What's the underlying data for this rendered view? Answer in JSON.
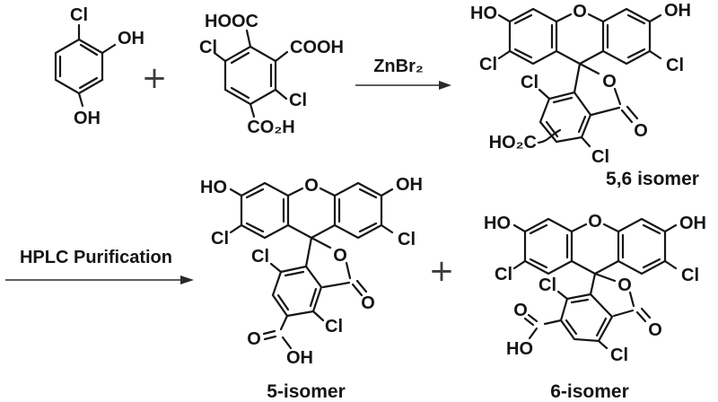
{
  "scheme": {
    "reactant1": {
      "cl": "Cl",
      "oh_right": "OH",
      "oh_bottom": "OH"
    },
    "plus_top": "+",
    "plus_bottom": "+",
    "reactant2": {
      "hooc": "HOOC",
      "cl_left": "Cl",
      "cooh": "COOH",
      "cl_right": "Cl",
      "co2h": "CO₂H"
    },
    "arrow1_reagent": "ZnBr₂",
    "arrow2_label": "HPLC Purification",
    "product56": {
      "ho": "HO",
      "o_xanthene": "O",
      "oh": "OH",
      "cl_left": "Cl",
      "cl_right": "Cl",
      "cl_top": "Cl",
      "o_lactone": "O",
      "o_carbonyl": "O",
      "acid": "HO₂C",
      "cl_bottom": "Cl",
      "caption": "5,6 isomer"
    },
    "product5": {
      "ho": "HO",
      "o_xanthene": "O",
      "oh": "OH",
      "cl_left": "Cl",
      "cl_right": "Cl",
      "cl_top": "Cl",
      "o_lactone": "O",
      "o_carbonyl": "O",
      "acid_o": "O",
      "acid_oh": "OH",
      "cl_bottom": "Cl",
      "caption": "5-isomer"
    },
    "product6": {
      "ho": "HO",
      "o_xanthene": "O",
      "oh": "OH",
      "cl_left": "Cl",
      "cl_right": "Cl",
      "cl_top": "Cl",
      "o_lactone": "O",
      "o_carbonyl": "O",
      "acid_o": "O",
      "acid_ho": "HO",
      "cl_bottom": "Cl",
      "caption": "6-isomer"
    }
  }
}
